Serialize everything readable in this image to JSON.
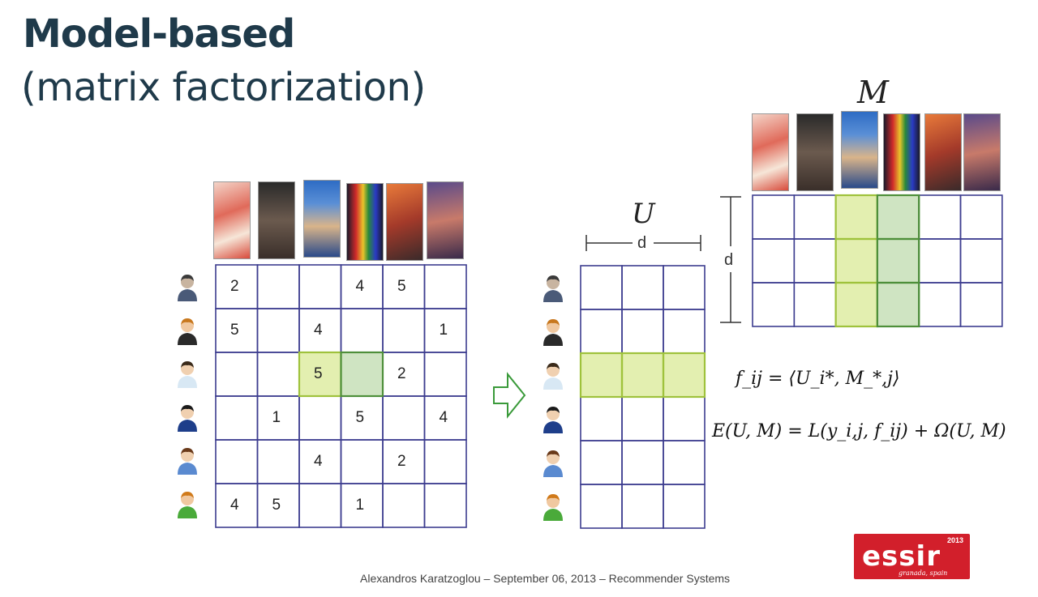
{
  "title": "Model-based",
  "subtitle": "(matrix factorization)",
  "labels": {
    "u_matrix": "U",
    "m_matrix": "M",
    "d_horizontal": "d",
    "d_vertical": "d"
  },
  "formulas": {
    "f": "f_ij = ⟨U_i*, M_*,j⟩",
    "e": "E(U, M) = L(y_i,j, f_ij) + Ω(U, M)"
  },
  "ratings": {
    "rows": [
      [
        "2",
        "",
        "",
        "4",
        "5",
        ""
      ],
      [
        "5",
        "",
        "4",
        "",
        "",
        "1"
      ],
      [
        "",
        "",
        "5",
        "",
        "2",
        ""
      ],
      [
        "",
        "1",
        "",
        "5",
        "",
        "4"
      ],
      [
        "",
        "",
        "4",
        "",
        "2",
        ""
      ],
      [
        "4",
        "5",
        "",
        "1",
        "",
        ""
      ]
    ]
  },
  "footer": "Alexandros Karatzoglou – September 06, 2013 – Recommender Systems",
  "logo": {
    "text": "essir",
    "year": "2013",
    "sub": "granada, spain"
  },
  "colors": {
    "grid": "#3d3d8f",
    "highlight_yellow": "#e3efb0",
    "highlight_green": "#cfe4c2",
    "highlight_yellow_border": "#9fc23c",
    "highlight_green_border": "#4e8f3a",
    "arrow": "#3a9a3a",
    "title": "#1f3a4a",
    "logo": "#d21f2b"
  }
}
